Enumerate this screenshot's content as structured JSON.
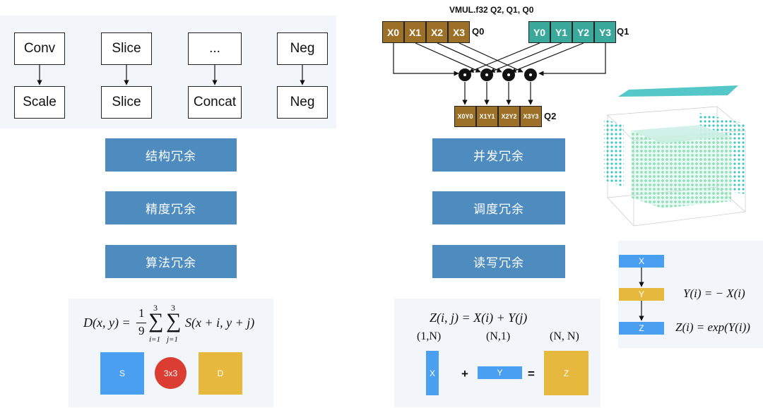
{
  "graph": {
    "top_row": [
      "Conv",
      "Slice",
      "...",
      "Neg"
    ],
    "bottom_row": [
      "Scale",
      "Slice",
      "Concat",
      "Neg"
    ]
  },
  "labels": {
    "structural": "结构冗余",
    "precision": "精度冗余",
    "algorithm": "算法冗余",
    "concurrency": "并发冗余",
    "scheduling": "调度冗余",
    "readwrite": "读写冗余"
  },
  "simd": {
    "instruction": "VMUL.f32 Q2, Q1, Q0",
    "q0_cells": [
      "X0",
      "X1",
      "X2",
      "X3"
    ],
    "q0_label": "Q0",
    "q1_cells": [
      "Y0",
      "Y1",
      "Y2",
      "Y3"
    ],
    "q1_label": "Q1",
    "q2_cells": [
      "X0Y0",
      "X1Y1",
      "X2Y2",
      "X3Y3"
    ],
    "q2_label": "Q2"
  },
  "conv_example": {
    "formula_lhs": "D(x, y) =",
    "frac_num": "1",
    "frac_den": "9",
    "sum1_top": "3",
    "sum1_bottom": "i=1",
    "sum2_top": "3",
    "sum2_bottom": "j=1",
    "formula_rhs": "S(x + i, y + j)",
    "s_label": "S",
    "kernel_label": "3x3",
    "d_label": "D"
  },
  "broadcast_example": {
    "formula": "Z(i, j) = X(i) + Y(j)",
    "shape_x": "(1,N)",
    "shape_y": "(N,1)",
    "shape_z": "(N, N)",
    "x_label": "X",
    "plus": "+",
    "y_label": "Y",
    "equals": "=",
    "z_label": "Z"
  },
  "fusion_example": {
    "x_label": "X",
    "y_label": "Y",
    "z_label": "Z",
    "eq1": "Y(i) = − X(i)",
    "eq2": "Z(i) = exp(Y(i))"
  },
  "colors": {
    "button": "#4e8cc0",
    "brown": "#9c7127",
    "teal": "#3aa99b",
    "blue": "#4a9ff0",
    "yellow": "#e6b83e",
    "red": "#dc3d33",
    "panel": "#f2f5fa"
  }
}
